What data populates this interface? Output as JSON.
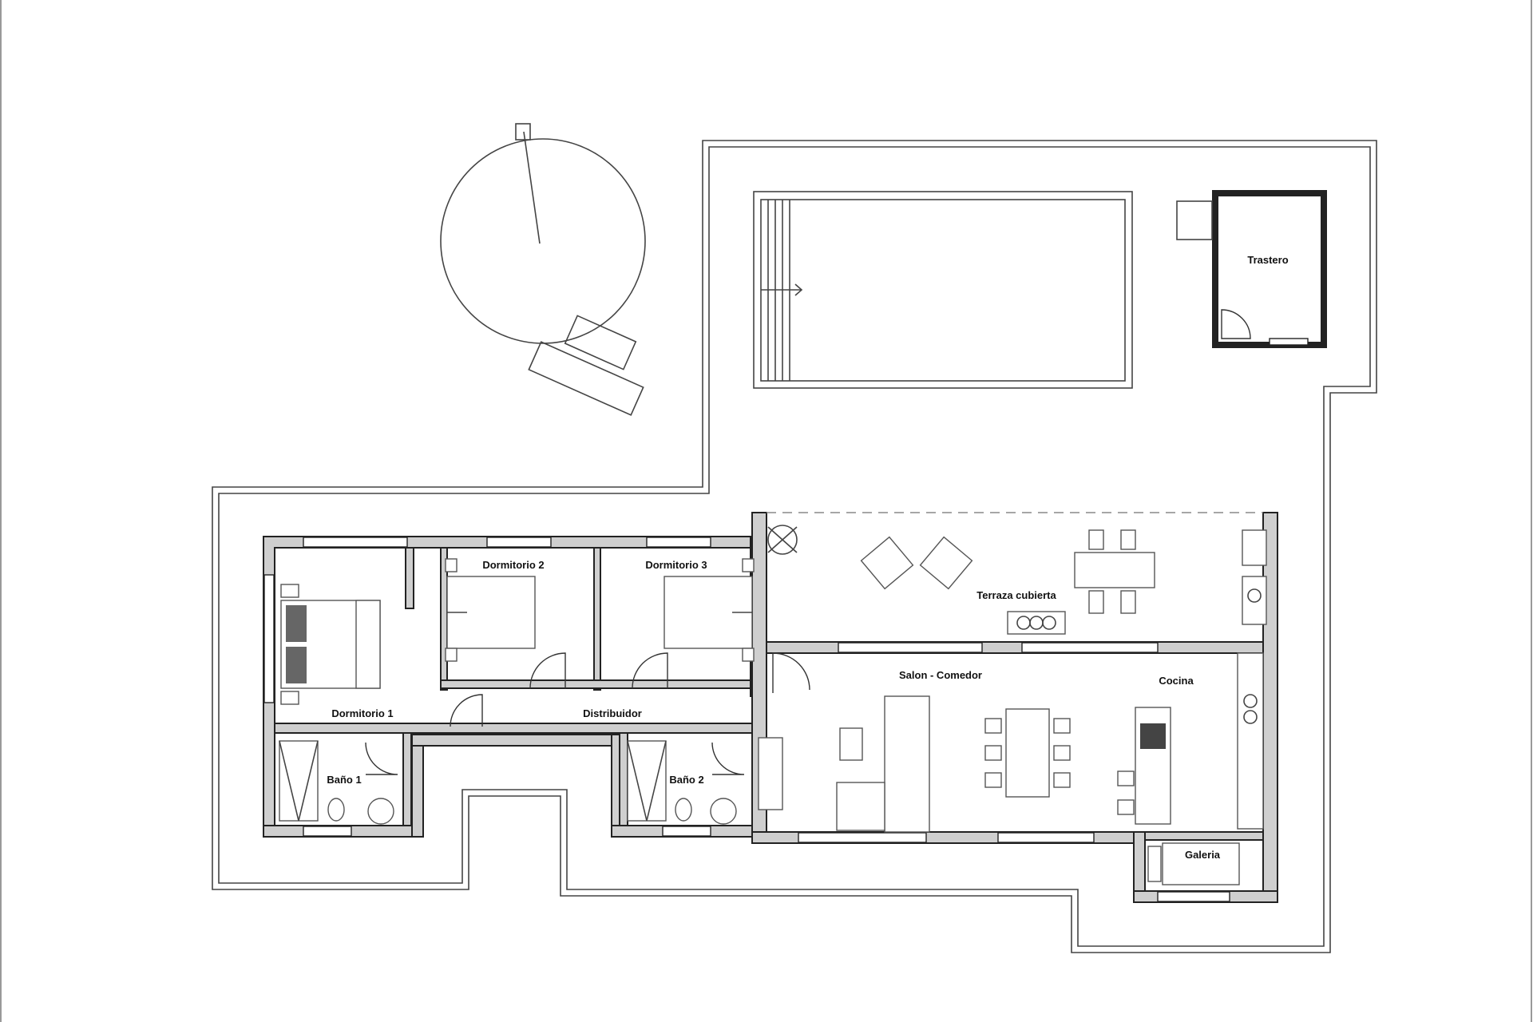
{
  "rooms": {
    "trastero": "Trastero",
    "dormitorio1": "Dormitorio 1",
    "dormitorio2": "Dormitorio 2",
    "dormitorio3": "Dormitorio 3",
    "terraza": "Terraza cubierta",
    "salon": "Salon - Comedor",
    "cocina": "Cocina",
    "distribuidor": "Distribuidor",
    "bano1": "Baño 1",
    "bano2": "Baño 2",
    "galeria": "Galeria"
  },
  "colors": {
    "line": "#444444",
    "wall_fill": "#cfcfcf",
    "background": "#ffffff"
  }
}
